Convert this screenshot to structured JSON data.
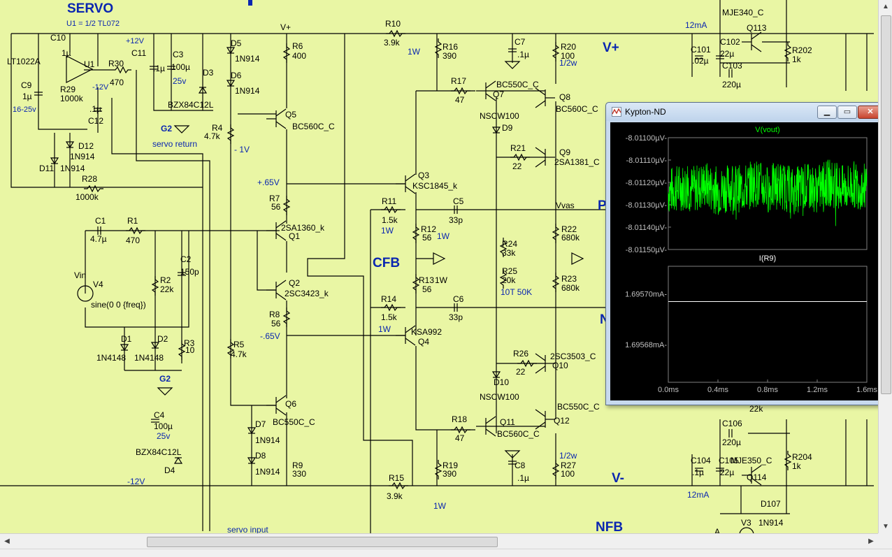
{
  "colors": {
    "schematic_bg": "#e9f6a4",
    "wire": "#000000",
    "part_text": "#000000",
    "label_text": "#0a26b0",
    "plot_bg": "#000000",
    "trace_voltage": "#00ff00",
    "trace_current": "#ffffff",
    "plot_grid": "#808080"
  },
  "icons": {
    "plot_app": "waveform-icon",
    "minimize": "minimize-icon",
    "maximize": "maximize-icon",
    "close": "close-icon"
  },
  "labels": {
    "servo": "SERVO",
    "u1_note": "U1 = 1/2 TL072",
    "lt1022a": "LT1022A",
    "plus12v": "+12V",
    "minus12v_top": "-12V",
    "minus12v_bottom": "-12V",
    "v_plus_top": "V+",
    "v_plus_rail": "V+",
    "v_minus_rail": "V-",
    "servo_return": "servo return",
    "minus1v": "- 1V",
    "plus065v": "+.65V",
    "minus065v": "-.65V",
    "cfb": "CFB",
    "vvas": "Vvas",
    "g2_top": "G2",
    "g2_bottom": "G2",
    "servo_input": "servo input",
    "nfb": "NFB",
    "twelve_ma_top": "12mA",
    "twelve_ma_bottom": "12mA",
    "one_w_r10": "1W",
    "one_w_r15": "1W",
    "one_w_r11": "1W",
    "one_w_r12": "1W",
    "one_w_r14": "1W",
    "half_w_r20": "1/2w",
    "half_w_r27": "1/2w",
    "ten_t_50k": "10T 50K",
    "v16_25": "16-25v",
    "v25_c3": "25v",
    "v25_c4": "25v",
    "minus12v_u1": "-12V",
    "v3": "V3",
    "a_node": "A",
    "n_partial": "N",
    "p_partial": "P"
  },
  "components": {
    "c10": "C10",
    "c10_val": "1µ",
    "u1": "U1",
    "r30": "R30",
    "r30_val": "470",
    "c9": "C9",
    "c9_val": "1µ",
    "r29": "R29",
    "r29_val": "1000k",
    "c12_val": ".1µ",
    "c12": "C12",
    "d12": "D12",
    "d12_val": "1N914",
    "d11": "D11",
    "d11_val": "1N914",
    "r28": "R28",
    "r28_val": "1000k",
    "c11": "C11",
    "c11_val": ".1µ",
    "c3": "C3",
    "c3_val": "100µ",
    "d3": "D3",
    "d3_val": "BZX84C12L",
    "d5": "D5",
    "d5_val": "1N914",
    "d6": "D6",
    "d6_val": "1N914",
    "r6": "R6",
    "r6_val": "400",
    "r10": "R10",
    "r10_val": "3.9k",
    "r16": "R16",
    "r16_val": "390",
    "c7": "C7",
    "c7_val": ".1µ",
    "r20": "R20",
    "r20_val": "100",
    "q5": "Q5",
    "q5_val": "BC560C_C",
    "r4": "R4",
    "r4_val": "4.7k",
    "r17": "R17",
    "r17_val": "47",
    "q7_val": "BC550C_C",
    "q7": "Q7",
    "q8": "Q8",
    "q8_val": "BC560C_C",
    "d9_val": "NSCW100",
    "d9": "D9",
    "r21": "R21",
    "r21_val": "22",
    "q9": "Q9",
    "q9_val": "2SA1381_C",
    "q3": "Q3",
    "q3_val": "KSC1845_k",
    "r7": "R7",
    "r7_val": "56",
    "r11": "R11",
    "r11_val": "1.5k",
    "c5": "C5",
    "c5_val": "33p",
    "c1": "C1",
    "c1_val": "4.7µ",
    "r1": "R1",
    "r1_val": "470",
    "q1_val": "2SA1360_k",
    "q1": "Q1",
    "r12": "R12",
    "r12_val": "56",
    "r22": "R22",
    "r22_val": "680k",
    "c2": "C2",
    "c2_val": "150p",
    "vin": "Vin",
    "v4": "V4",
    "v4_val": "sine(0 0 {freq})",
    "r2": "R2",
    "r2_val": "22k",
    "q2": "Q2",
    "q2_val": "2SC3423_k",
    "r13": "R13",
    "r13_val": "56",
    "r13_w": "1W",
    "r24": "R24",
    "r24_val": "33k",
    "r25": "R25",
    "r25_val": "20k",
    "r23": "R23",
    "r23_val": "680k",
    "r14": "R14",
    "r14_val": "1.5k",
    "c6": "C6",
    "c6_val": "33p",
    "r8": "R8",
    "r8_val": "56",
    "q4_val": "KSA992",
    "q4": "Q4",
    "d1": "D1",
    "d1_val": "1N4148",
    "d2": "D2",
    "d2_val": "1N4148",
    "r3": "R3",
    "r3_val": "10",
    "r5": "R5",
    "r5_val": "4.7k",
    "r26": "R26",
    "r26_val": "22",
    "q10_val": "2SC3503_C",
    "q10": "Q10",
    "d10": "D10",
    "d10_val": "NSCW100",
    "c4": "C4",
    "c4_val": "100µ",
    "d4": "D4",
    "d4_val": "BZX84C12L",
    "q6": "Q6",
    "q6_val": "BC550C_C",
    "d7": "D7",
    "d7_val": "1N914",
    "d8": "D8",
    "d8_val": "1N914",
    "r9": "R9",
    "r9_val": "330",
    "r18": "R18",
    "r18_val": "47",
    "q11": "Q11",
    "q11_val": "BC560C_C",
    "q12": "Q12",
    "q12_val": "BC550C_C",
    "r19": "R19",
    "r19_val": "390",
    "c8": "C8",
    "c8_val": ".1µ",
    "r27": "R27",
    "r27_val": "100",
    "r15": "R15",
    "r15_val": "3.9k",
    "q113_val": "MJE340_C",
    "q113": "Q113",
    "c102": "C102",
    "c102_val": "22µ",
    "c101": "C101",
    "c101_val": ".02µ",
    "r202": "R202",
    "r202_val": "1k",
    "c103": "C103",
    "c103_val": "220µ",
    "c106": "C106",
    "c106_val": "220µ",
    "c104": "C104",
    "c104_val": ".1µ",
    "c105": "C105",
    "c105_val": "22µ",
    "q114_val": "MJE350_C",
    "q114": "Q114",
    "r204": "R204",
    "r204_val": "1k",
    "d107": "D107",
    "d107_val": "1N914",
    "r_22k_val": "22k"
  },
  "plot_window": {
    "title": "Kypton-ND",
    "btn_minimize": "▁",
    "btn_maximize": "▭",
    "btn_close": "✕",
    "pane1_title": "V(vout)",
    "pane1_yticks": [
      "-8.01100µV-",
      "-8.01110µV-",
      "-8.01120µV-",
      "-8.01130µV-",
      "-8.01140µV-",
      "-8.01150µV-"
    ],
    "pane2_title": "I(R9)",
    "pane2_yticks": [
      "1.69570mA-",
      "1.69568mA-"
    ],
    "xticks": [
      "0.0ms",
      "0.4ms",
      "0.8ms",
      "1.2ms",
      "1.6ms"
    ]
  },
  "chart_data": [
    {
      "type": "line",
      "title": "V(vout)",
      "xlabel": "",
      "ylabel": "",
      "x_unit": "ms",
      "y_unit": "µV",
      "xlim": [
        0,
        1.6
      ],
      "ylim": [
        -8.0115,
        -8.011
      ],
      "yticks": [
        -8.011,
        -8.0111,
        -8.0112,
        -8.0113,
        -8.0114,
        -8.0115
      ],
      "series": [
        {
          "color": "#00ff00",
          "x": [
            0,
            0.1,
            0.2,
            0.3,
            0.4,
            0.5,
            0.6,
            0.7,
            0.8,
            0.9,
            1.0,
            1.1,
            1.2,
            1.3,
            1.4,
            1.5,
            1.6
          ],
          "y": [
            -8.01124,
            -8.01122,
            -8.01123,
            -8.01121,
            -8.01124,
            -8.01122,
            -8.01123,
            -8.0112,
            -8.01123,
            -8.01121,
            -8.01124,
            -8.01122,
            -8.01123,
            -8.0112,
            -8.01123,
            -8.01121,
            -8.01122
          ],
          "noise_band": [
            -8.01134,
            -8.0111
          ]
        }
      ]
    },
    {
      "type": "line",
      "title": "I(R9)",
      "xlabel": "",
      "ylabel": "",
      "x_unit": "ms",
      "y_unit": "mA",
      "xlim": [
        0,
        1.6
      ],
      "yticks": [
        1.6957,
        1.69568
      ],
      "series": [
        {
          "color": "#ffffff",
          "x": [
            0,
            1.6
          ],
          "y": [
            1.695697,
            1.695697
          ]
        }
      ]
    }
  ]
}
